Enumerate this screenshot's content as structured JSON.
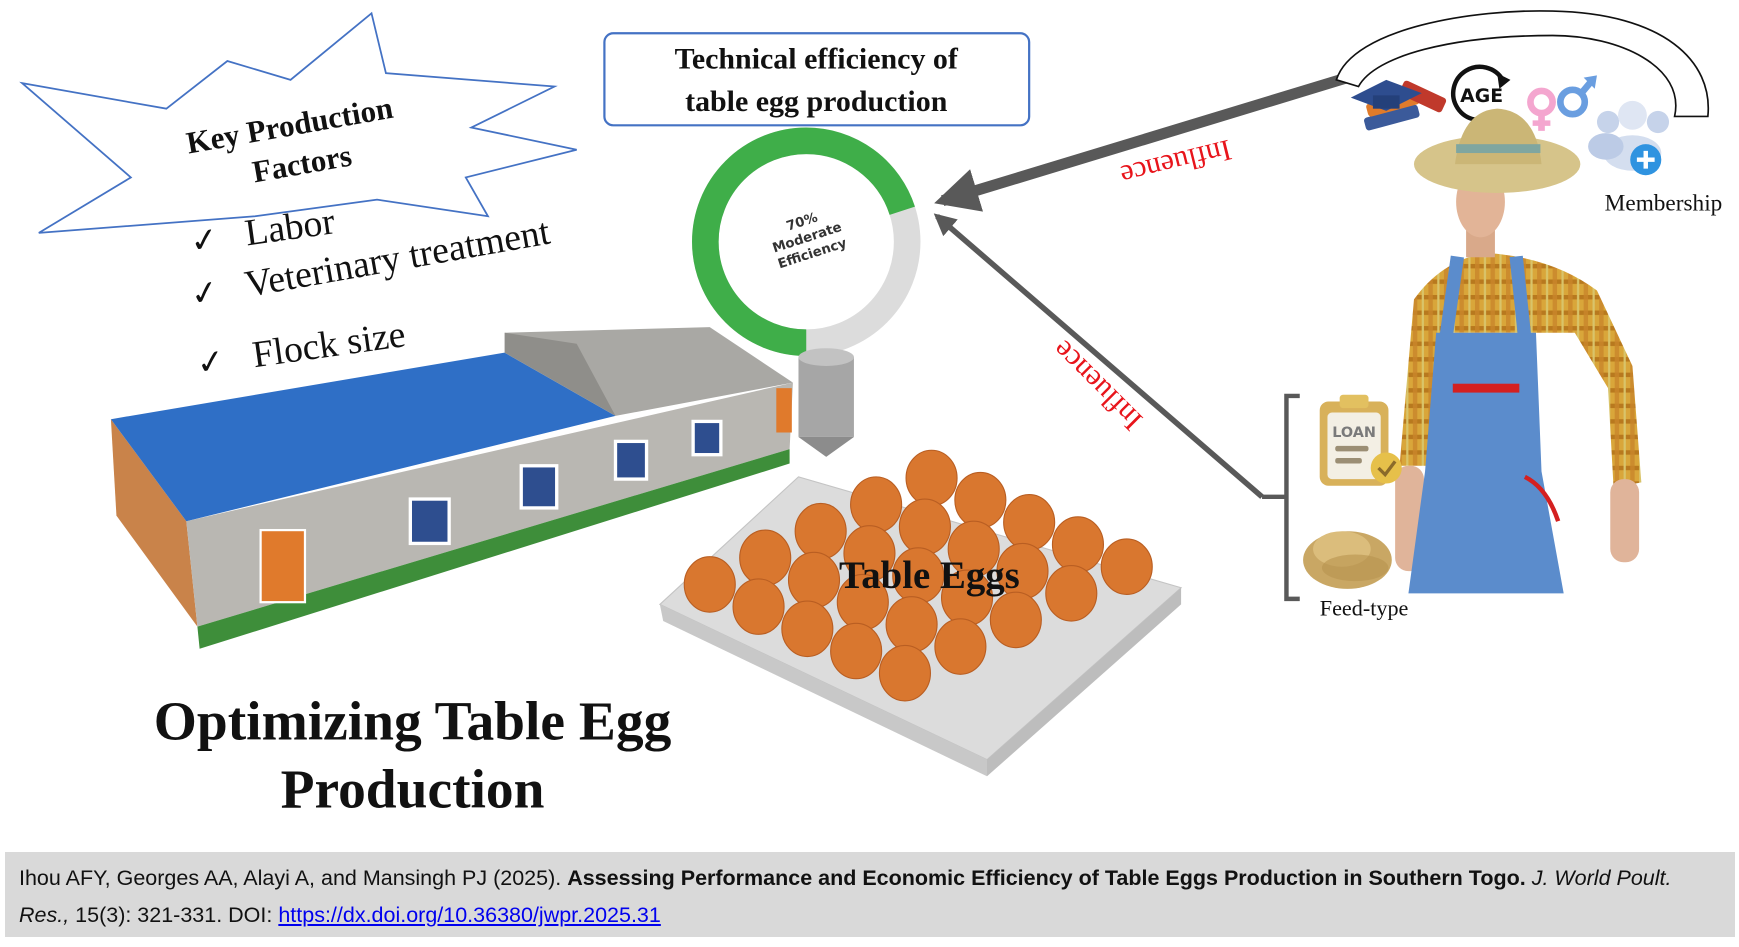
{
  "figure": {
    "key_factors": {
      "heading_line1": "Key Production",
      "heading_line2": "Factors",
      "check_mark": "✓",
      "items": [
        "Labor",
        "Veterinary treatment",
        "Flock size"
      ]
    },
    "efficiency_box": {
      "title_line1": "Technical efficiency of",
      "title_line2": "table egg production"
    },
    "donut": {
      "percent_label": "70%",
      "label_line1": "Moderate",
      "label_line2": "Efficiency",
      "value_fraction": 0.7,
      "fill_color": "#3fae49",
      "rest_color": "#dcdcdc"
    },
    "arrows": {
      "influence_label_1": "Influence",
      "influence_label_2": "Influence",
      "label_color": "#e8141b",
      "arrow_color": "#595959"
    },
    "farmer_factors": {
      "age_label": "AGE",
      "membership_label": "Membership",
      "loan_label": "LOAN",
      "feed_label": "Feed-type"
    },
    "eggs_label": "Table Eggs",
    "main_title_line1": "Optimizing Table Egg",
    "main_title_line2": "Production"
  },
  "citation": {
    "authors": "Ihou AFY, Georges AA, Alayi A, and Mansingh PJ (2025).",
    "title": "Assessing Performance and Economic Efficiency of Table Eggs Production in Southern Togo.",
    "journal": "J. World Poult. Res.,",
    "volume_pages": "15(3): 321-331. DOI:",
    "doi_link": "https://dx.doi.org/10.36380/jwpr.2025.31"
  }
}
